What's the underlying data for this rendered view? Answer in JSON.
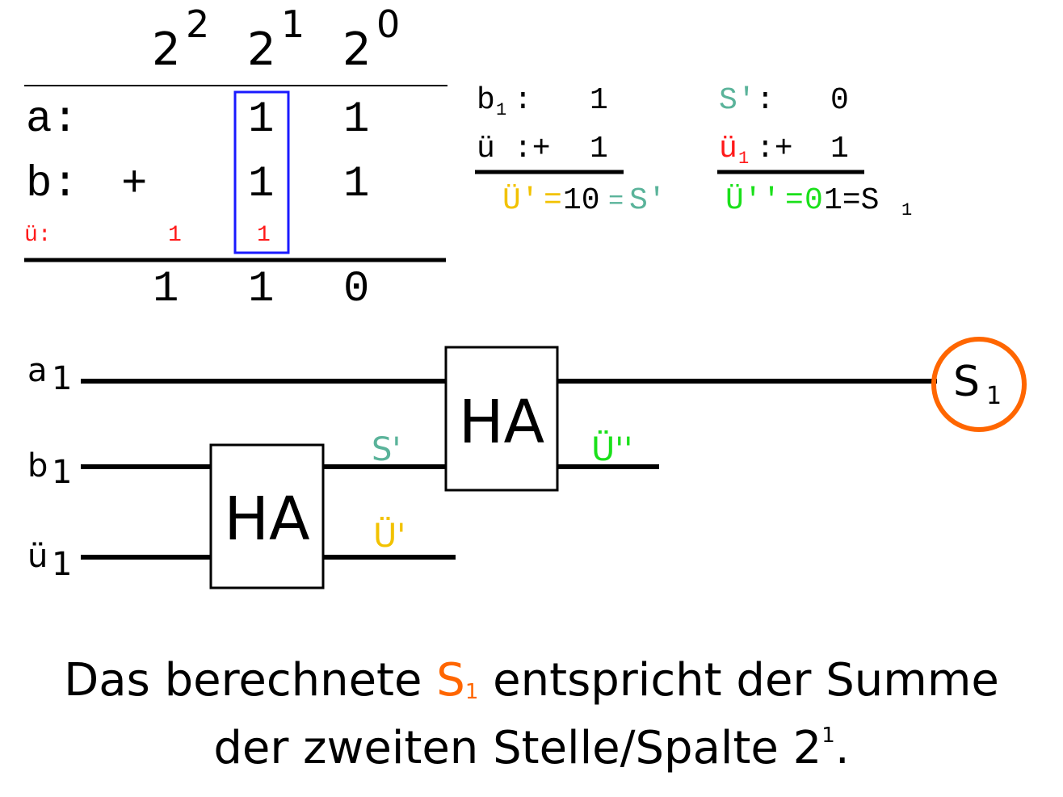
{
  "colors": {
    "black": "#000000",
    "blue_box": "#1a1aff",
    "carry_red": "#ff1a1a",
    "s_prime_teal": "#5ab39a",
    "carry1_yellow": "#f2c200",
    "carry2_green": "#1ae01a",
    "result_orange": "#ff6600"
  },
  "table": {
    "header": {
      "col0": {
        "base": "2",
        "exp": "2"
      },
      "col1": {
        "base": "2",
        "exp": "1"
      },
      "col2": {
        "base": "2",
        "exp": "0"
      }
    },
    "row_a": {
      "label": "a:",
      "v1": "1",
      "v2": "1"
    },
    "row_b": {
      "label": "b:",
      "op": "+",
      "v1": "1",
      "v2": "1"
    },
    "row_carry": {
      "label": "ü:",
      "c0": "1",
      "c1": "1"
    },
    "result": {
      "v0": "1",
      "v1": "1",
      "v2": "0"
    }
  },
  "calc1": {
    "line1": {
      "label_base": "b",
      "label_sub": "1",
      "sep": ":",
      "value": "1"
    },
    "line2": {
      "label": "ü",
      "sep": ":+",
      "value": "1"
    },
    "result": {
      "lhs": "Ü'",
      "eq1": "=",
      "value": "10",
      "eq2": "=",
      "rhs": "S'"
    }
  },
  "calc2": {
    "line1": {
      "label": "S'",
      "sep": ":",
      "value": "0"
    },
    "line2": {
      "label_base": "ü",
      "label_sub": "1",
      "sep": ":+",
      "value": "1"
    },
    "result": {
      "lhs": "Ü''",
      "eq1": "=",
      "value_first": "0",
      "value_rest": "1=S",
      "rhs_sub": "1"
    }
  },
  "circuit": {
    "inputs": [
      {
        "base": "a",
        "sub": "1"
      },
      {
        "base": "b",
        "sub": "1"
      },
      {
        "base": "ü",
        "sub": "1"
      }
    ],
    "ha1_label": "HA",
    "ha2_label": "HA",
    "s_prime_label": "S'",
    "carry1_label": "Ü'",
    "carry2_label": "Ü''",
    "output": {
      "base": "S",
      "sub": "1"
    }
  },
  "caption": {
    "line1_pre": "Das berechnete ",
    "hl_base": "S",
    "hl_sub": "1",
    "line1_post": " entspricht der Summe",
    "line2_pre": "der zweiten Stelle/Spalte 2",
    "line2_sup": "1",
    "line2_post": "."
  }
}
